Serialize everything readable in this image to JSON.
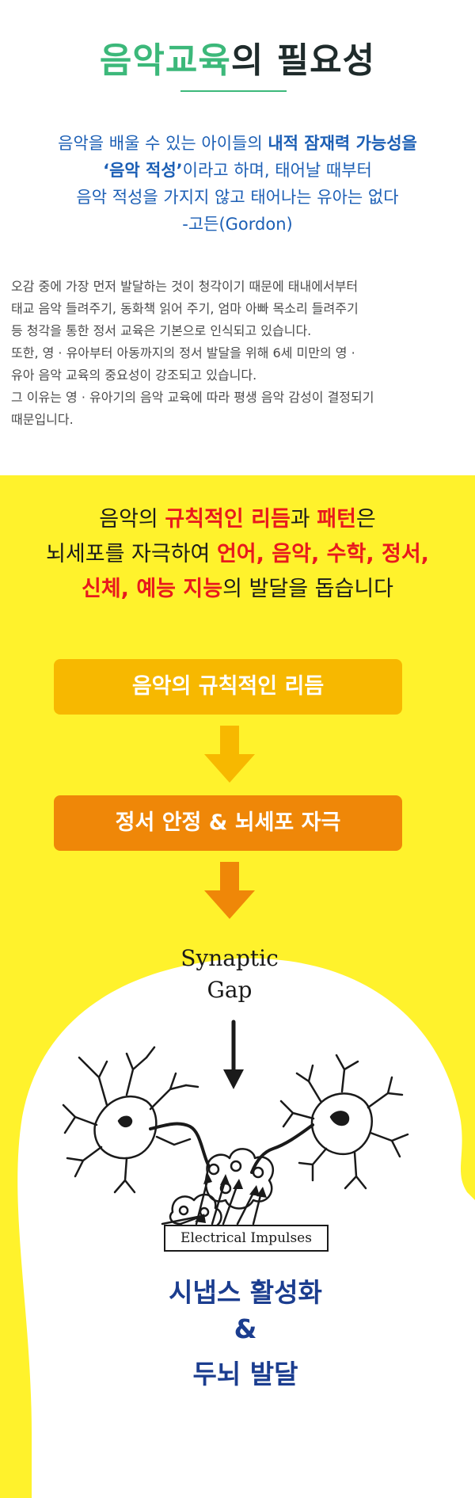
{
  "title": {
    "accent": "음악교육",
    "rest": "의 필요성"
  },
  "quote": {
    "line1_pre": "음악을 배울 수 있는 아이들의 ",
    "line1_bold": "내적 잠재력 가능성을",
    "line2_bold": "‘음악 적성’",
    "line2_post": "이라고 하며, 태어날 때부터",
    "line3": "음악 적성을 가지지 않고 태어나는 유아는 없다",
    "line4": "-고든(Gordon)"
  },
  "paragraph": [
    "오감 중에 가장 먼저 발달하는 것이 청각이기 때문에 태내에서부터",
    "태교 음악 들려주기, 동화책 읽어 주기, 엄마 아빠 목소리 들려주기",
    "등 청각을 통한 정서 교육은 기본으로 인식되고 있습니다.",
    "또한, 영 · 유아부터 아동까지의 정서 발달을 위해 6세 미만의 영 ·",
    "유아 음악 교육의 중요성이 강조되고 있습니다.",
    "그 이유는 영 · 유아기의 음악 교육에 따라 평생 음악 감성이 결정되기",
    "때문입니다."
  ],
  "headline": {
    "l1_a": "음악의 ",
    "l1_red1": "규칙적인 리듬",
    "l1_b": "과 ",
    "l1_red2": "패턴",
    "l1_c": "은",
    "l2_a": "뇌세포를 자극하여 ",
    "l2_red": "언어, 음악, 수학, 정서,",
    "l3_red1": "신체, 예능 지능",
    "l3_b": "의 발달을 돕습니다"
  },
  "steps": {
    "step1": "음악의 규칙적인 리듬",
    "step2": "정서 안정 & 뇌세포 자극"
  },
  "diagram": {
    "synaptic_line1": "Synaptic",
    "synaptic_line2": "Gap",
    "impulses": "Electrical Impulses"
  },
  "result": {
    "line1": "시냅스 활성화",
    "line2": "&",
    "line3": "두뇌 발달"
  },
  "colors": {
    "title_green": "#3cb87a",
    "quote_blue": "#1c5fb5",
    "background_yellow": "#fff22c",
    "highlight_red": "#e8191d",
    "pill_yellow": "#f7b800",
    "pill_orange": "#ef8708",
    "result_navy": "#1b3d8f"
  },
  "icons": [
    "down-arrow-icon",
    "neuron-icon",
    "head-silhouette-icon"
  ]
}
